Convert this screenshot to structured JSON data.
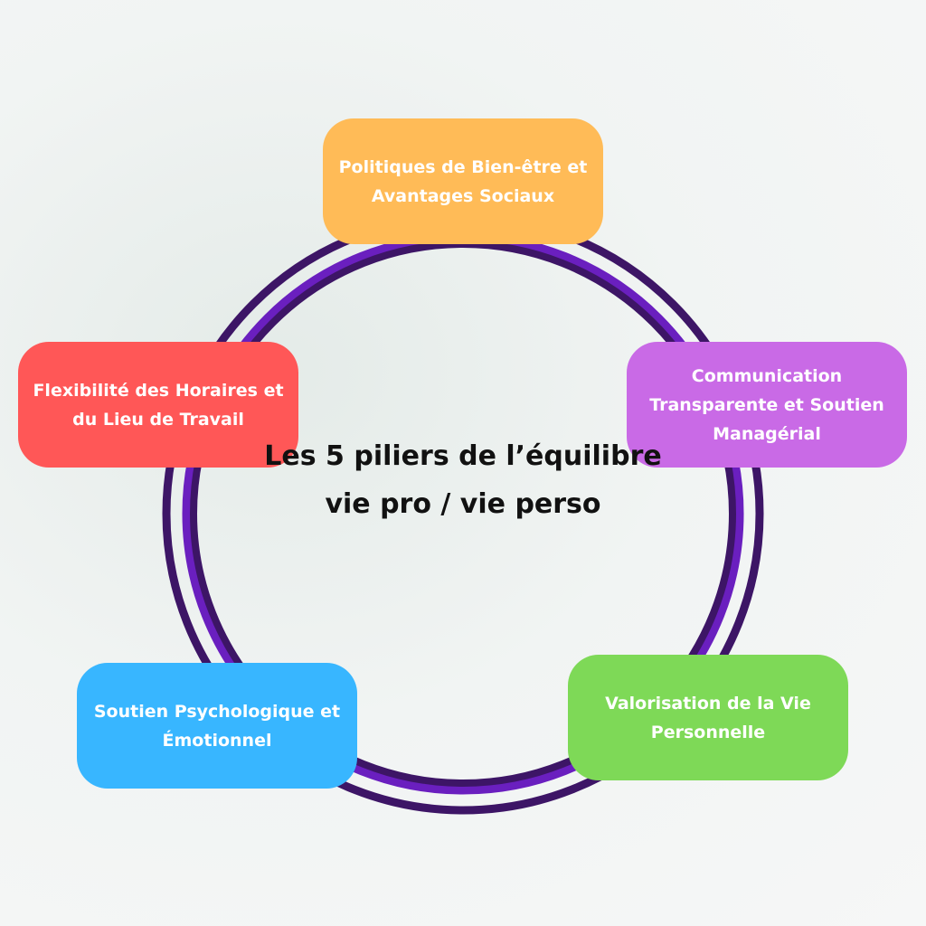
{
  "title": "Les 5 piliers de l’équilibre vie pro / vie perso",
  "pillars": [
    {
      "label": "Politiques de Bien-être et Avantages Sociaux",
      "color": "#ffbb57"
    },
    {
      "label": "Communication Transparente et Soutien Managérial",
      "color": "#c96ae6"
    },
    {
      "label": "Valorisation de la Vie Personnelle",
      "color": "#7ed957"
    },
    {
      "label": "Soutien Psychologique et Émotionnel",
      "color": "#38b6ff"
    },
    {
      "label": "Flexibilité des Horaires et du Lieu de Travail",
      "color": "#ff5757"
    }
  ],
  "ring_colors": {
    "dark": "#3d1566",
    "bright": "#6a1fbf"
  }
}
